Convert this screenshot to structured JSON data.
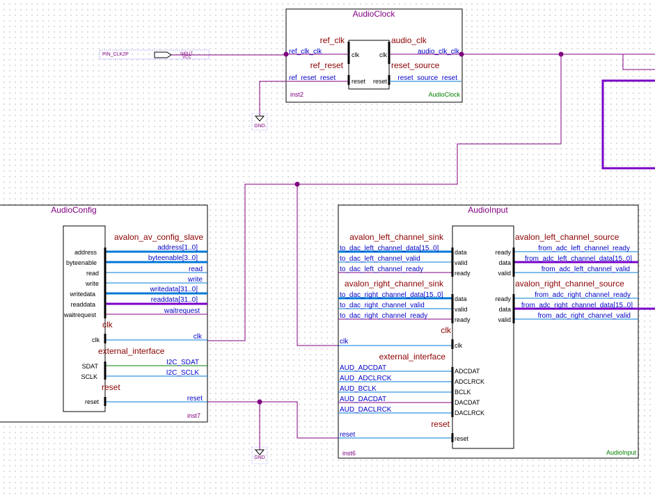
{
  "audioclock": {
    "title": "AudioClock",
    "entity": "AudioClock",
    "instance": "inst2",
    "iface_ref_clk": "ref_clk",
    "iface_ref_reset": "ref_reset",
    "iface_audio_clk": "audio_clk",
    "iface_reset_source": "reset_source",
    "pin_clk": "clk",
    "pin_reset": "reset",
    "pin_clk_out": "clk",
    "pin_reset_out": "reset",
    "sig_ref_clk": "ref_clk_clk",
    "sig_ref_reset": "ref_reset_reset",
    "sig_audio_clk": "audio_clk_clk",
    "sig_reset_source": "reset_source_reset"
  },
  "input_pin": {
    "name": "PIN_CLK2P",
    "type": "INPUT",
    "sub": "VCC"
  },
  "gnd": {
    "label": "GND"
  },
  "audioconfig": {
    "title": "AudioConfig",
    "instance": "inst7",
    "iface_slave": "avalon_av_config_slave",
    "iface_clk": "clk",
    "iface_external": "external_interface",
    "iface_reset": "reset",
    "pins": [
      "address",
      "byteenable",
      "read",
      "write",
      "writedata",
      "readdata",
      "waitrequest"
    ],
    "pin_clk": "clk",
    "pins_ext": [
      "SDAT",
      "SCLK"
    ],
    "pin_reset": "reset",
    "sigs": [
      "address[1..0]",
      "byteenable[3..0]",
      "read",
      "write",
      "writedata[31..0]",
      "readdata[31..0]",
      "waitrequest"
    ],
    "sig_clk": "clk",
    "sigs_ext": [
      "I2C_SDAT",
      "I2C_SCLK"
    ],
    "sig_reset": "reset"
  },
  "audioinput": {
    "title": "AudioInput",
    "entity": "AudioInput",
    "instance": "inst6",
    "iface_left_sink": "avalon_left_channel_sink",
    "iface_right_sink": "avalon_right_channel_sink",
    "iface_clk": "clk",
    "iface_external": "external_interface",
    "iface_reset": "reset",
    "iface_left_source": "avalon_left_channel_source",
    "iface_right_source": "avalon_right_channel_source",
    "left_sink_pins": [
      "data",
      "valid",
      "ready"
    ],
    "right_sink_pins": [
      "data",
      "valid",
      "ready"
    ],
    "pin_clk": "clk",
    "ext_pins": [
      "ADCDAT",
      "ADCLRCK",
      "BCLK",
      "DACDAT",
      "DACLRCK"
    ],
    "pin_reset": "reset",
    "left_source_pins": [
      "ready",
      "data",
      "valid"
    ],
    "right_source_pins": [
      "ready",
      "data",
      "valid"
    ],
    "left_sink_sigs": [
      "to_dac_left_channel_data[15..0]",
      "to_dac_left_channel_valid",
      "to_dac_left_channel_ready"
    ],
    "right_sink_sigs": [
      "to_dac_right_channel_data[15..0]",
      "to_dac_right_channel_valid",
      "to_dac_right_channel_ready"
    ],
    "sig_clk": "clk",
    "ext_sigs": [
      "AUD_ADCDAT",
      "AUD_ADCLRCK",
      "AUD_BCLK",
      "AUD_DACDAT",
      "AUD_DACLRCK"
    ],
    "sig_reset": "reset",
    "left_source_sigs": [
      "from_adc_left_channel_ready",
      "from_adc_left_channel_data[15..0]",
      "from_adc_left_channel_valid"
    ],
    "right_source_sigs": [
      "from_adc_right_channel_ready",
      "from_adc_right_channel_data[15..0]",
      "from_adc_right_channel_valid"
    ]
  },
  "colors": {
    "wire": "#800080",
    "bus": "#0078d7",
    "bus_purple": "#7a00c8",
    "block_border": "#000000",
    "title_text": "#800080",
    "iface_text": "#8b0000",
    "signal_text": "#0000c8",
    "green_wire": "#008000"
  }
}
